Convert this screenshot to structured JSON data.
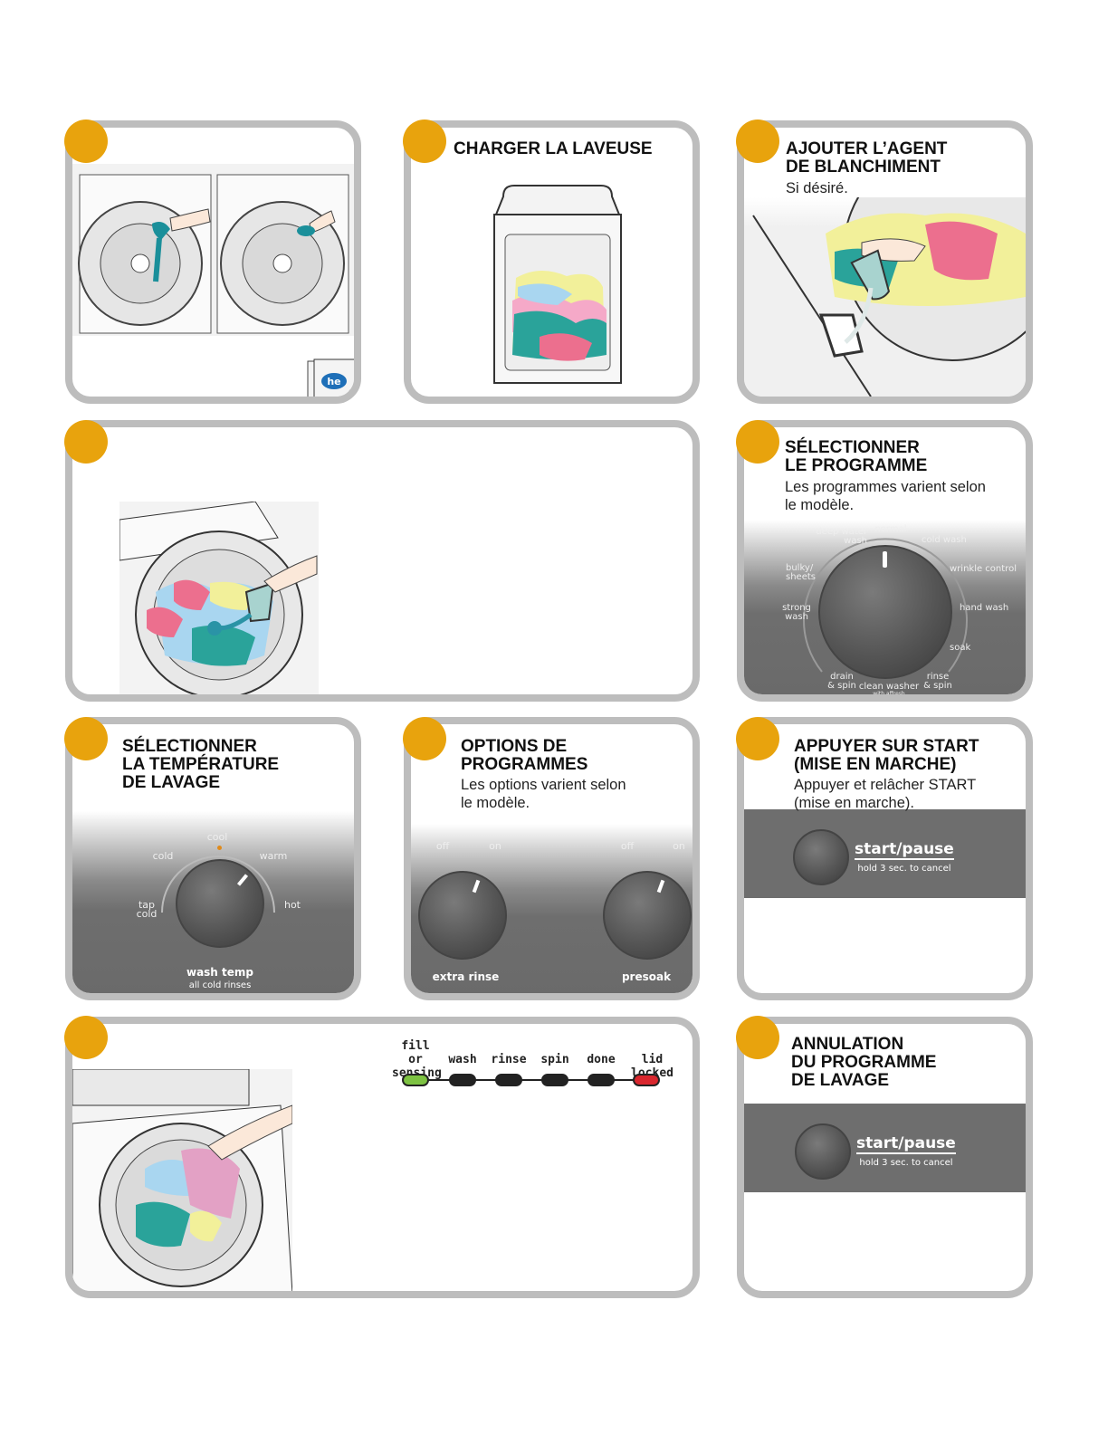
{
  "panels": {
    "load": {
      "title": "CHARGER LA LAVEUSE"
    },
    "bleach": {
      "title": "AJOUTER L’AGENT\nDE BLANCHIMENT",
      "subtitle": "Si désiré."
    },
    "cycle": {
      "title": "SÉLECTIONNER\nLE PROGRAMME",
      "subtitle": "Les programmes varient selon\nle modèle.",
      "dial_labels": {
        "normal": "normal",
        "deep_water": "deep water\nwash",
        "cold_wash": "cold wash",
        "bulky": "bulky/\nsheets",
        "wrinkle": "wrinkle control",
        "strong": "strong\nwash",
        "hand": "hand wash",
        "soak": "soak",
        "drain": "drain\n& spin",
        "clean": "clean washer",
        "clean_sub": "with affresh",
        "rinse": "rinse\n& spin"
      }
    },
    "temp": {
      "title": "SÉLECTIONNER\nLA TEMPÉRATURE\nDE LAVAGE",
      "dial_labels": {
        "cool": "cool",
        "cold": "cold",
        "warm": "warm",
        "tap_cold": "tap\ncold",
        "hot": "hot"
      },
      "knob_label": "wash temp",
      "knob_sublabel": "all cold rinses"
    },
    "options": {
      "title": "OPTIONS DE\nPROGRAMMES",
      "subtitle": "Les options varient selon\nle modèle.",
      "off": "off",
      "on": "on",
      "extra_rinse": "extra rinse",
      "presoak": "presoak"
    },
    "start": {
      "title": "APPUYER SUR START\n(MISE EN MARCHE)",
      "subtitle": "Appuyer et relâcher START\n(mise en marche).",
      "button_label": "start/pause",
      "button_sub": "hold 3 sec. to cancel"
    },
    "status": {
      "indicators": [
        "fill or\nsensing",
        "wash",
        "rinse",
        "spin",
        "done",
        "lid locked"
      ]
    },
    "cancel": {
      "title": "ANNULATION\nDU PROGRAMME\nDE LAVAGE",
      "button_label": "start/pause",
      "button_sub": "hold 3 sec. to cancel"
    }
  },
  "logo_text": "he",
  "colors": {
    "accent": "#e8a30d",
    "border": "#bdbdbd",
    "control_panel": "#6e6e6e",
    "indicator_green": "#7dc242",
    "indicator_red": "#d9272e",
    "indicator_off": "#222222"
  }
}
